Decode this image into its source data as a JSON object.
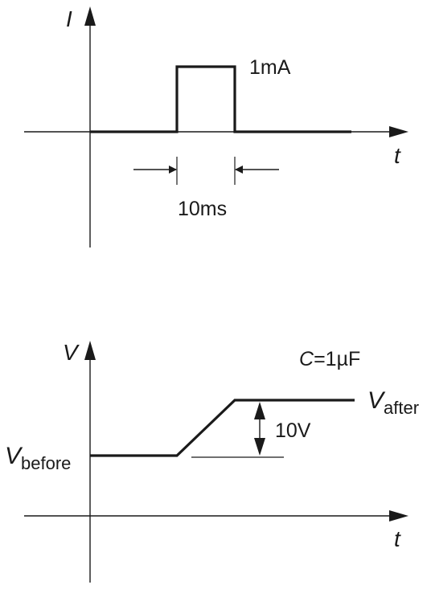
{
  "current_plot": {
    "y_axis_label": "I",
    "x_axis_label": "t",
    "pulse_amplitude_label": "1mA",
    "pulse_width_label": "10ms"
  },
  "voltage_plot": {
    "y_axis_label": "V",
    "x_axis_label": "t",
    "capacitance_symbol": "C",
    "capacitance_value": "=1µF",
    "v_before_symbol": "V",
    "v_before_subscript": "before",
    "v_after_symbol": "V",
    "v_after_subscript": "after",
    "voltage_step_label": "10V"
  },
  "colors": {
    "ink": "#1a1a1a",
    "background": "#ffffff"
  }
}
